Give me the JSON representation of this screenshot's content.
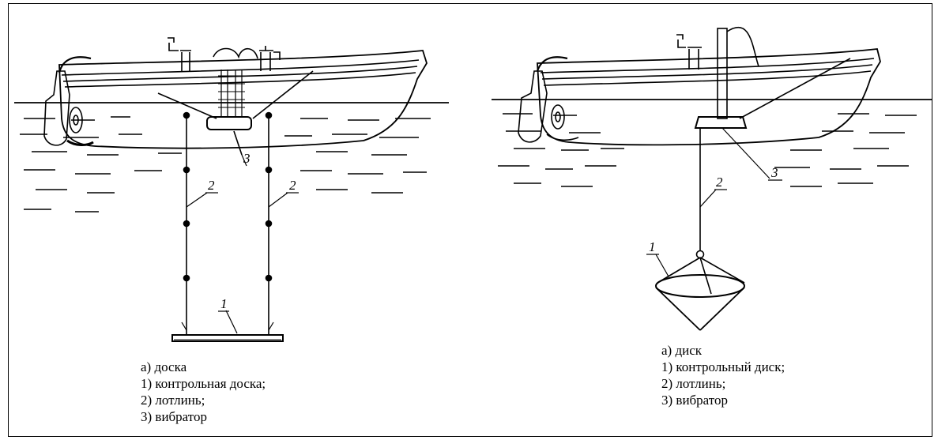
{
  "left_figure": {
    "callouts": {
      "c1": "1",
      "c2a": "2",
      "c2b": "2",
      "c3": "3"
    },
    "legend": [
      "а)  доска",
      "1)  контрольная доска;",
      "2)  лотлинь;",
      "3)  вибратор"
    ]
  },
  "right_figure": {
    "callouts": {
      "c1": "1",
      "c2": "2",
      "c3": "3"
    },
    "legend": [
      "а)  диск",
      "1)  контрольный диск;",
      "2)  лотлинь;",
      "3)  вибратор"
    ]
  }
}
